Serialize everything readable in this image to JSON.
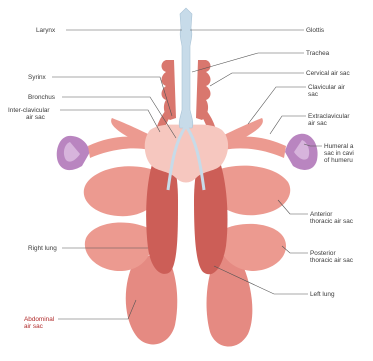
{
  "labels": {
    "larynx": "Larynx",
    "syrinx": "Syrinx",
    "bronchus": "Bronchus",
    "inter_clavicular_l1": "Inter-clavicular",
    "inter_clavicular_l2": "air sac",
    "right_lung": "Right lung",
    "abdominal_l1": "Abdominal",
    "abdominal_l2": "air sac",
    "glottis": "Glottis",
    "trachea": "Trachea",
    "cervical": "Cervical air sac",
    "clavicular_l1": "Clavicular air",
    "clavicular_l2": "sac",
    "extraclavicular_l1": "Extraclavicular",
    "extraclavicular_l2": "air sac",
    "humeral_l1": "Humeral a",
    "humeral_l2": "sac in cavi",
    "humeral_l3": "of humeru",
    "anterior_l1": "Anterior",
    "anterior_l2": "thoracic air sac",
    "posterior_l1": "Posterior",
    "posterior_l2": "thoracic air sac",
    "left_lung": "Left lung"
  },
  "colors": {
    "air_sac": "#ec9a90",
    "air_sac_dark": "#d9776e",
    "lung": "#cc5e57",
    "interclavicular": "#f6c7bf",
    "trachea": "#c7dbe9",
    "humerus": "#b985c0",
    "leader": "#555555",
    "label_accent": "#b02a2a"
  }
}
